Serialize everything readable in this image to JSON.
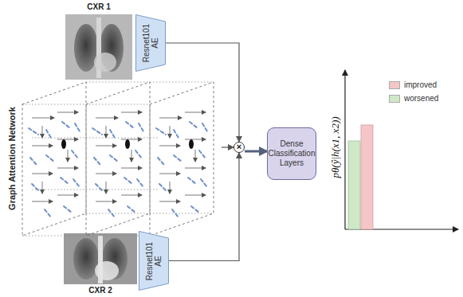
{
  "diagram": {
    "nodes": [
      {
        "text": [
          "CXR 1"
        ]
      },
      {
        "text": [
          "Resnet101 AE"
        ]
      },
      {
        "text": [
          "Graph Attention Network"
        ]
      },
      {
        "text": [
          "×"
        ]
      },
      {
        "text": [
          "Dense Classification Layers"
        ]
      },
      {
        "text": [
          "CXR 2"
        ]
      },
      {
        "text": [
          "Resnet101 AE"
        ]
      }
    ],
    "edges": [
      {
        "from": 1,
        "to": 3,
        "arrow": "to"
      },
      {
        "from": 2,
        "to": 3,
        "arrow": "to"
      },
      {
        "from": 6,
        "to": 3,
        "arrow": "to"
      },
      {
        "from": 3,
        "to": 4,
        "arrow": "to"
      }
    ],
    "labels": [
      "pθ(ŷ|h(x1, x2))"
    ],
    "legend": [
      {
        "text": "improved",
        "color": "#f5c6c8"
      },
      {
        "text": "worsened",
        "color": "#cfe8c8"
      }
    ]
  }
}
